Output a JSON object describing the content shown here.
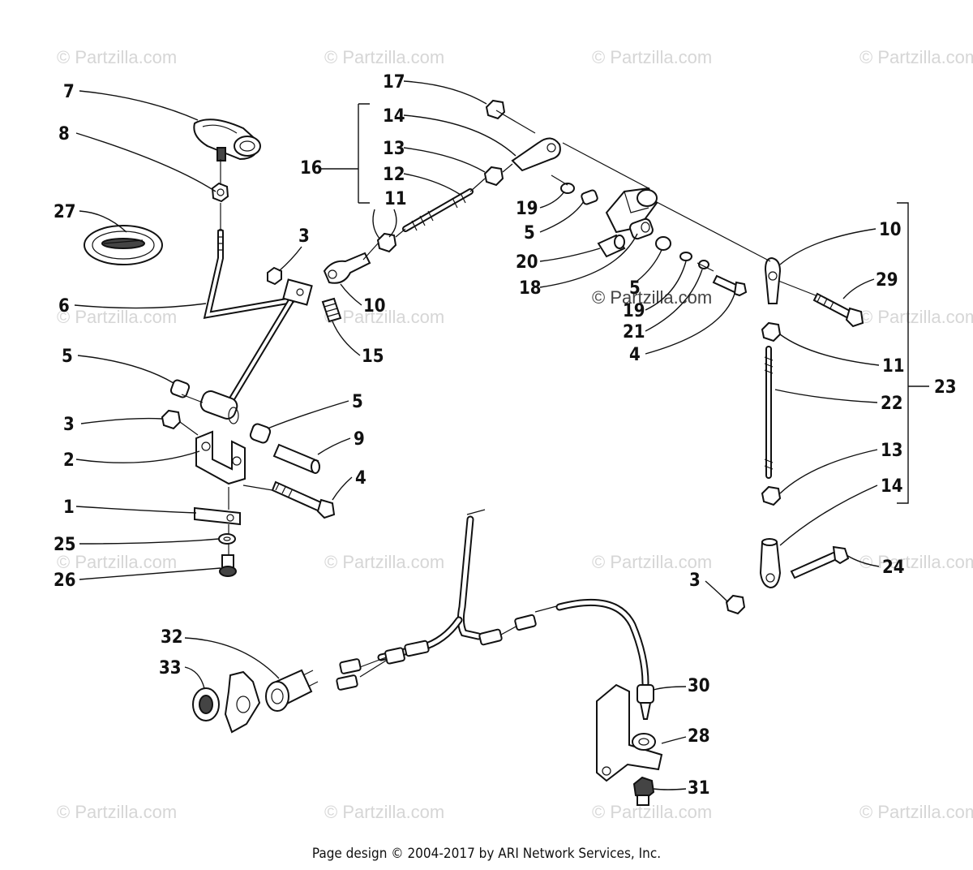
{
  "watermark": "© Partzilla.com",
  "footer": "Page design © 2004-2017 by ARI Network Services, Inc.",
  "callouts": [
    {
      "id": "c7a",
      "text": "7"
    },
    {
      "id": "c8a",
      "text": "8"
    },
    {
      "id": "c27",
      "text": "27"
    },
    {
      "id": "c3a",
      "text": "3"
    },
    {
      "id": "c6",
      "text": "6"
    },
    {
      "id": "c10a",
      "text": "10"
    },
    {
      "id": "c15",
      "text": "15"
    },
    {
      "id": "c5a",
      "text": "5"
    },
    {
      "id": "c5b",
      "text": "5"
    },
    {
      "id": "c3b",
      "text": "3"
    },
    {
      "id": "c9",
      "text": "9"
    },
    {
      "id": "c2",
      "text": "2"
    },
    {
      "id": "c4a",
      "text": "4"
    },
    {
      "id": "c1",
      "text": "1"
    },
    {
      "id": "c25",
      "text": "25"
    },
    {
      "id": "c26",
      "text": "26"
    },
    {
      "id": "c17",
      "text": "17"
    },
    {
      "id": "c14a",
      "text": "14"
    },
    {
      "id": "c13a",
      "text": "13"
    },
    {
      "id": "c16",
      "text": "16"
    },
    {
      "id": "c12",
      "text": "12"
    },
    {
      "id": "c11a",
      "text": "11"
    },
    {
      "id": "c19a",
      "text": "19"
    },
    {
      "id": "c5c",
      "text": "5"
    },
    {
      "id": "c20",
      "text": "20"
    },
    {
      "id": "c18",
      "text": "18"
    },
    {
      "id": "c5d",
      "text": "5"
    },
    {
      "id": "c19b",
      "text": "19"
    },
    {
      "id": "c21",
      "text": "21"
    },
    {
      "id": "c4b",
      "text": "4"
    },
    {
      "id": "c10b",
      "text": "10"
    },
    {
      "id": "c29",
      "text": "29"
    },
    {
      "id": "c11b",
      "text": "11"
    },
    {
      "id": "c22",
      "text": "22"
    },
    {
      "id": "c23",
      "text": "23"
    },
    {
      "id": "c13b",
      "text": "13"
    },
    {
      "id": "c14b",
      "text": "14"
    },
    {
      "id": "c24",
      "text": "24"
    },
    {
      "id": "c3c",
      "text": "3"
    },
    {
      "id": "c32",
      "text": "32"
    },
    {
      "id": "c33",
      "text": "33"
    },
    {
      "id": "c30",
      "text": "30"
    },
    {
      "id": "c28",
      "text": "28"
    },
    {
      "id": "c31",
      "text": "31"
    }
  ]
}
